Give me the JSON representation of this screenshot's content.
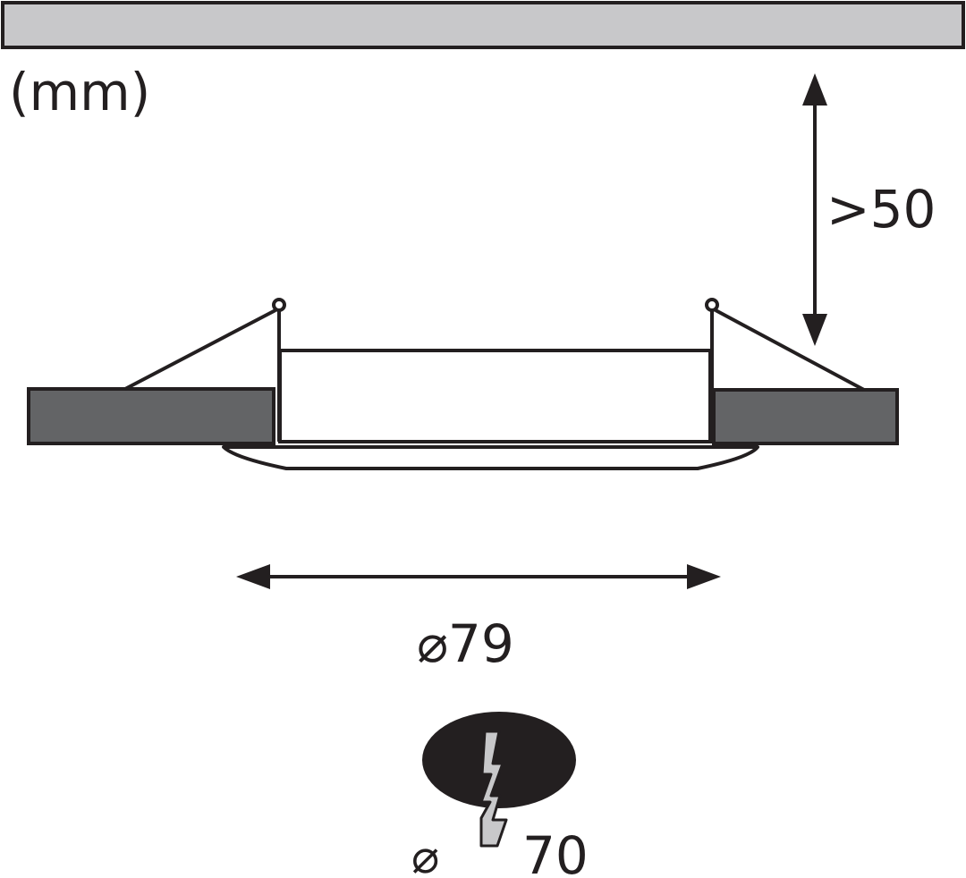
{
  "unit_label": "(mm)",
  "clearance_label": ">50",
  "diameter_label": "⌀79",
  "cutout": {
    "diameter_symbol": "⌀",
    "value": "70"
  },
  "colors": {
    "ink": "#231f20",
    "ceiling_fill": "#c8c8ca",
    "panel_fill": "#636466",
    "cutout_fill": "#231f20",
    "saw_fill": "#c8c8ca"
  }
}
